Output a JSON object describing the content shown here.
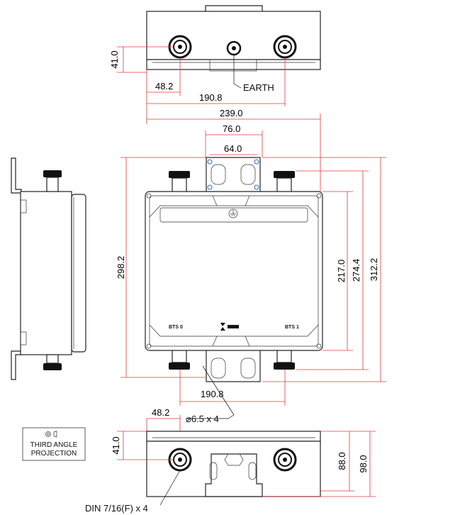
{
  "dimensions": {
    "top_height": "41.0",
    "top_offset": "48.2",
    "top_spacing": "190.8",
    "overall_width": "239.0",
    "bracket_outer": "76.0",
    "bracket_inner": "64.0",
    "front_height": "298.2",
    "body_height": "217.0",
    "connector_span": "274.4",
    "overall_height": "312.2",
    "front_spacing": "190.8",
    "bottom_offset": "48.2",
    "bottom_height": "41.0",
    "depth_88": "88.0",
    "depth_98": "98.0"
  },
  "labels": {
    "earth": "EARTH",
    "hole_spec": "⌀6.5  x 4",
    "connector_spec": "DIN 7/16(F) x 4",
    "bts0": "BTS 0",
    "bts1": "BTS 1",
    "projection_line1": "THIRD ANGLE",
    "projection_line2": "PROJECTION"
  },
  "colors": {
    "dimension": "#e23a3a",
    "outline": "#222222"
  }
}
